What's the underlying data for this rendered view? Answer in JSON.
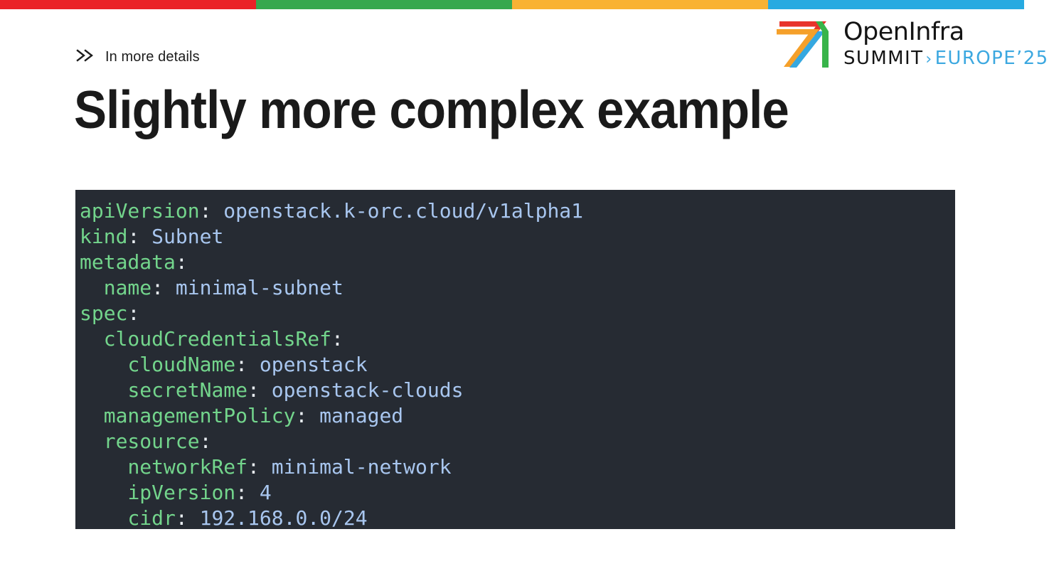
{
  "topbar": {
    "segments": [
      {
        "name": "red",
        "color": "#ea2227"
      },
      {
        "name": "green",
        "color": "#36a84e"
      },
      {
        "name": "orange",
        "color": "#f9b233"
      },
      {
        "name": "blue",
        "color": "#27aae1"
      }
    ]
  },
  "eyebrow": {
    "icon": "double-chevron-right-icon",
    "text": "In more details"
  },
  "title": "Slightly more complex example",
  "logo": {
    "mark_name": "openinfra-logo-mark",
    "wordmark": "OpenInfra",
    "summit": "SUMMIT",
    "arrow": "›",
    "edition": "EUROPE’25",
    "colors": {
      "red": "#e8342c",
      "orange": "#f5a02a",
      "blue": "#35a8e0",
      "green": "#38b44a",
      "edition_blue": "#3ca8e0"
    }
  },
  "code": {
    "language": "yaml",
    "background": "#262b33",
    "colors": {
      "key": "#73d58c",
      "value": "#a8c6ef",
      "punctuation": "#e8edf2"
    },
    "lines": [
      {
        "indent": 0,
        "key": "apiVersion",
        "value": "openstack.k-orc.cloud/v1alpha1"
      },
      {
        "indent": 0,
        "key": "kind",
        "value": "Subnet"
      },
      {
        "indent": 0,
        "key": "metadata",
        "value": ""
      },
      {
        "indent": 1,
        "key": "name",
        "value": "minimal-subnet"
      },
      {
        "indent": 0,
        "key": "spec",
        "value": ""
      },
      {
        "indent": 1,
        "key": "cloudCredentialsRef",
        "value": ""
      },
      {
        "indent": 2,
        "key": "cloudName",
        "value": "openstack"
      },
      {
        "indent": 2,
        "key": "secretName",
        "value": "openstack-clouds"
      },
      {
        "indent": 1,
        "key": "managementPolicy",
        "value": "managed"
      },
      {
        "indent": 1,
        "key": "resource",
        "value": ""
      },
      {
        "indent": 2,
        "key": "networkRef",
        "value": "minimal-network"
      },
      {
        "indent": 2,
        "key": "ipVersion",
        "value": "4"
      },
      {
        "indent": 2,
        "key": "cidr",
        "value": "192.168.0.0/24"
      }
    ]
  }
}
